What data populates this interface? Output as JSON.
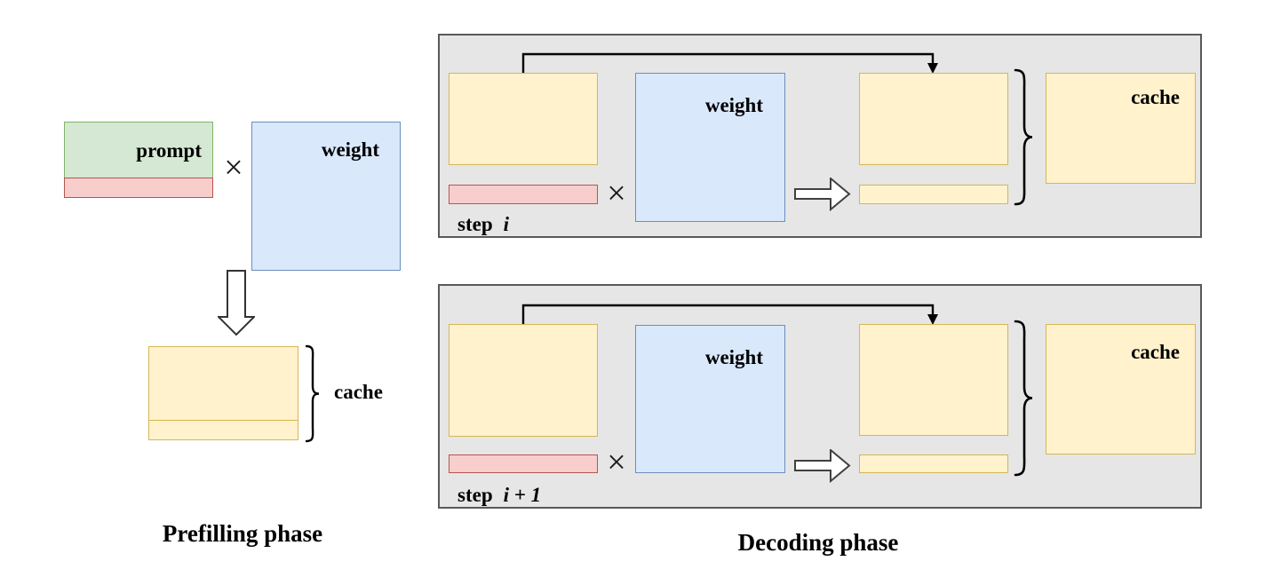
{
  "prefilling": {
    "title": "Prefilling phase",
    "prompt_label": "prompt",
    "weight_label": "weight",
    "cache_label": "cache",
    "times_symbol": "×"
  },
  "decoding": {
    "title": "Decoding phase",
    "steps": [
      {
        "step_label": "step",
        "step_index": "i",
        "weight_label": "weight",
        "cache_label": "cache",
        "times_symbol": "×"
      },
      {
        "step_label": "step",
        "step_index": "i + 1",
        "weight_label": "weight",
        "cache_label": "cache",
        "times_symbol": "×"
      }
    ]
  },
  "icons": {
    "multiply": "×",
    "down_arrow": "hollow-down-block-arrow",
    "right_arrow": "hollow-right-block-arrow",
    "feedback_arrow": "elbow-arrow-into-cache-column",
    "brace": "right-curly-brace"
  },
  "colors": {
    "prompt_fill": "#d5e8d4",
    "prompt_stroke": "#82b366",
    "new_token_fill": "#f8cecc",
    "new_token_stroke": "#b85450",
    "weight_fill": "#dae8fc",
    "weight_stroke": "#6c8ebf",
    "cache_fill": "#fff2cc",
    "cache_stroke": "#d6b656",
    "panel_fill": "#e6e6e6",
    "panel_stroke": "#595959",
    "text": "#000000"
  }
}
